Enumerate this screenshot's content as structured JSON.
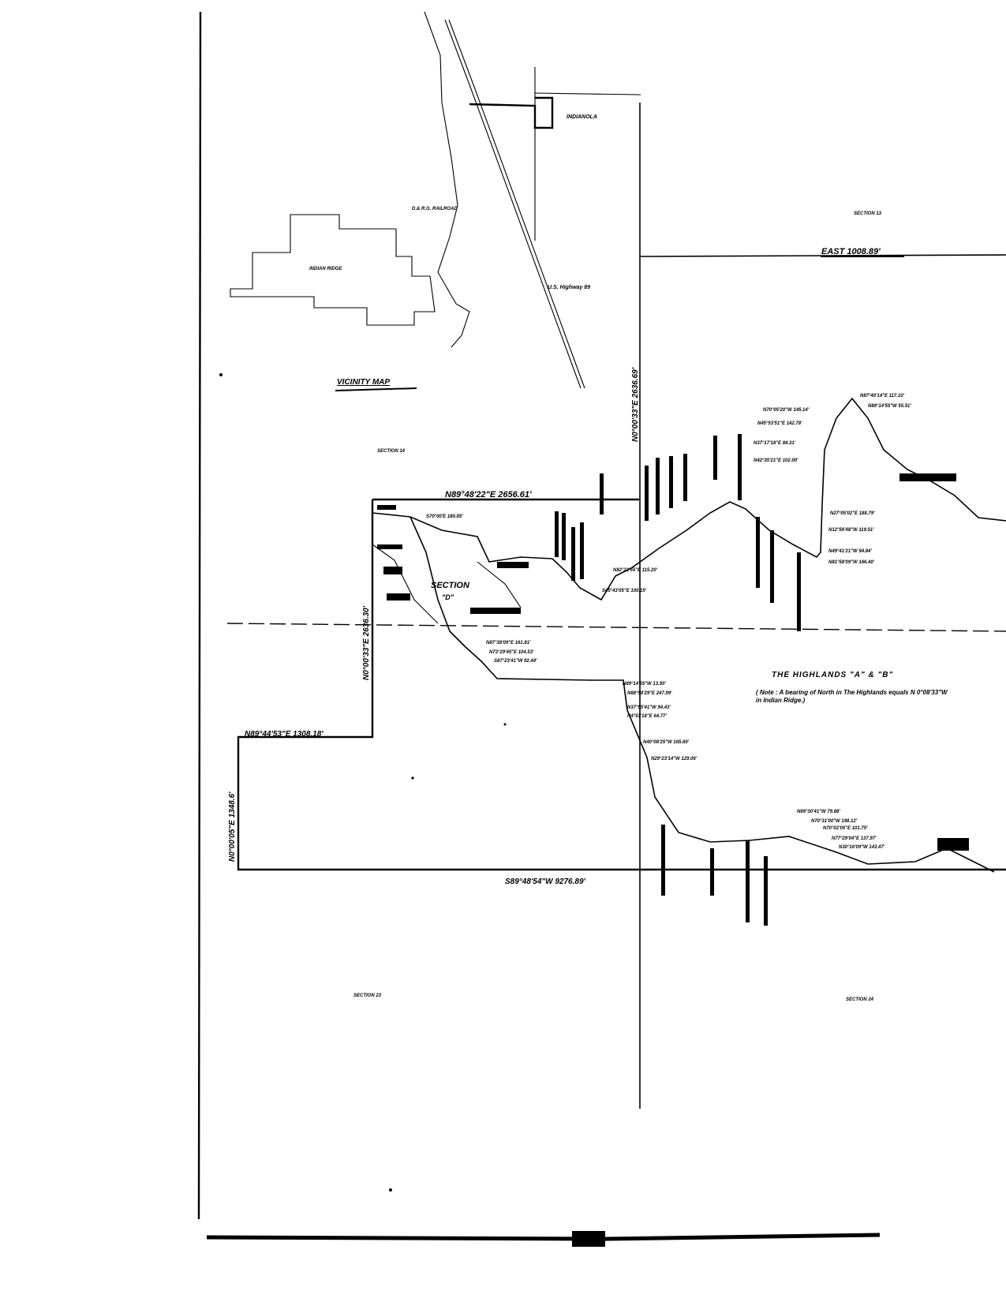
{
  "map": {
    "vicinity": {
      "title": "VICINITY MAP",
      "town": "INDIANOLA",
      "railroad": "D.& R.G. RAILROAD",
      "highway": "U.S. Highway 89",
      "reservation": "INDIAN RIDGE"
    },
    "sections": {
      "s14": "SECTION 14",
      "s13": "SECTION 13",
      "s23": "SECTION 23",
      "s24": "SECTION 24",
      "inner": "SECTION",
      "inner_letter": "\"D\""
    },
    "subdivision": {
      "name": "THE HIGHLANDS \"A\" & \"B\"",
      "note": "( Note : A bearing of North in The Highlands equals N 0°08'33\"W in Indian Ridge.)"
    },
    "boundary_calls": {
      "east_top": "EAST 1008.89'",
      "north_line": "N89°48'22\"E 2656.61'",
      "west_upper": "N0°00'33\"E 2636.30'",
      "step_line": "N89°44'53\"E 1308.18'",
      "west_lower": "N0°00'05\"E 1348.6'",
      "south_line": "S89°48'54\"W 9276.89'",
      "east_vertical": "N0°00'33\"E 2636.69'"
    },
    "small_calls": [
      "S70°00'E 180.85'",
      "N87°40'14\"E 117.10'",
      "N89°14'55\"W 55.51'",
      "N70°05'20\"W 145.14'",
      "N45°53'51\"E 142.78'",
      "N37°17'18\"E 84.31'",
      "N42°35'21\"E 102.00'",
      "N89°14'55\"W 13.50'",
      "N88°58'29\"E 247.99'",
      "N37°55'41\"W 94.43'",
      "N4°51'18\"E 64.77'",
      "N40°08'25\"W 165.60'",
      "N29°23'14\"W 129.06'",
      "N69°30'41\"W 79.88'",
      "N70°31'00\"W 198.12'",
      "N70°02'05\"E 101.75'",
      "N77°29'04\"E 137.97'",
      "N30°16'09\"W 143.47'",
      "N87°38'09\"E 161.81'",
      "N73°29'45\"E 104.53'",
      "S87°23'41\"W 92.44'",
      "N82°22'55\"E 115.20'",
      "S45°43'05\"E 100.15'",
      "N27°05'02\"E 188.79'",
      "N12°56'48\"W 119.51'",
      "N49°41'21\"W 94.84'",
      "N81°58'09\"W 166.40'"
    ]
  }
}
